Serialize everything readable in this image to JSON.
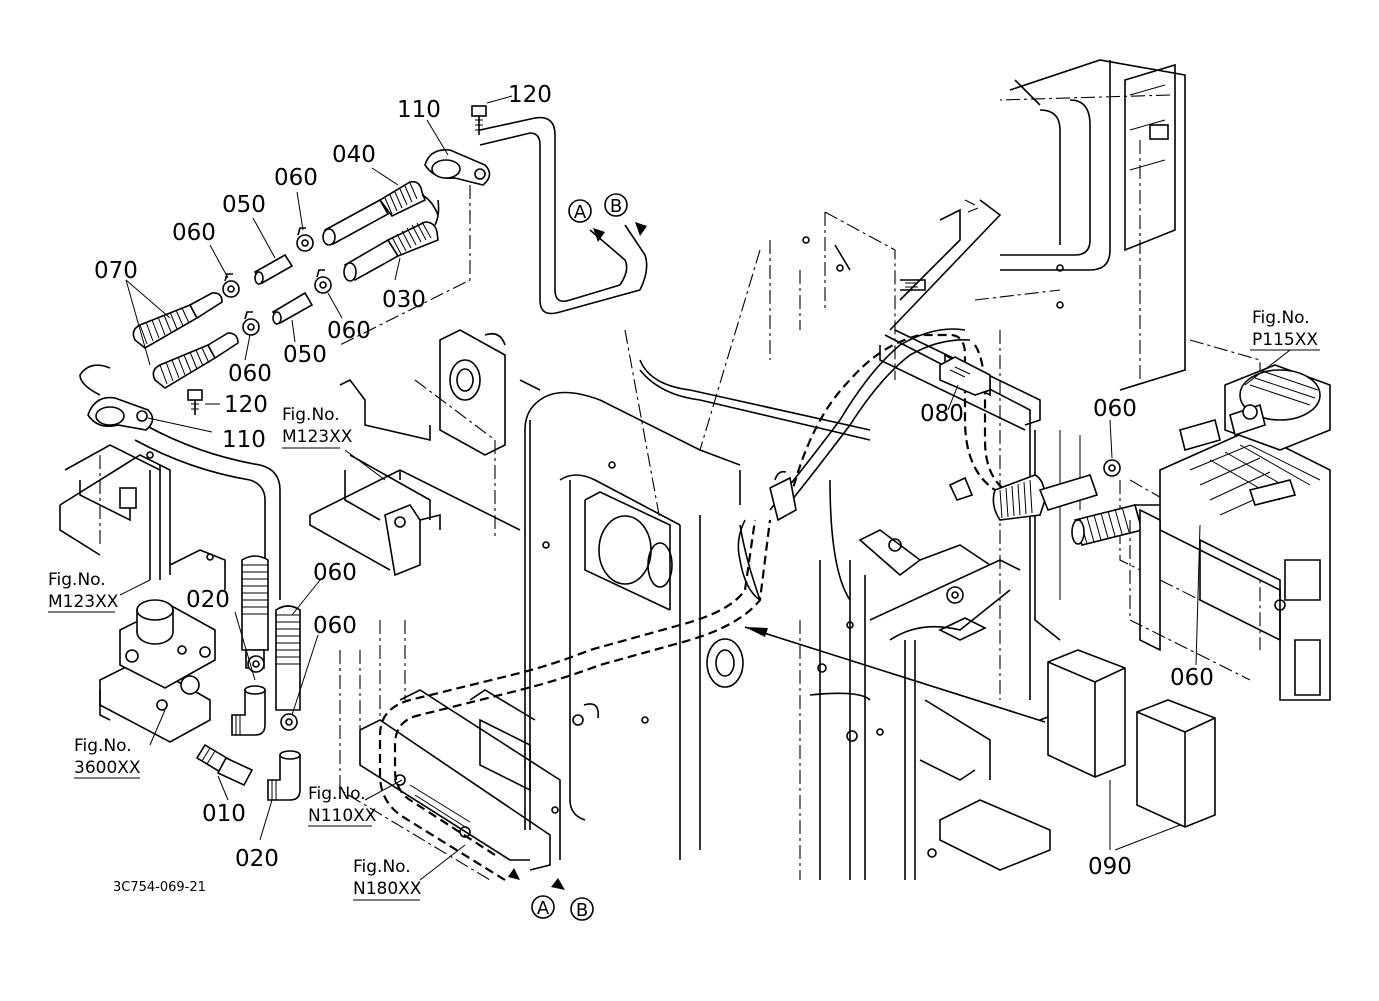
{
  "diagram": {
    "part_labels": {
      "p120_top": "120",
      "p110_top": "110",
      "p040": "040",
      "p060_a": "060",
      "p050_a": "050",
      "p060_b": "060",
      "p070": "070",
      "p030": "030",
      "p060_c": "060",
      "p050_b": "050",
      "p060_d": "060",
      "p120_bot": "120",
      "p110_bot": "110",
      "p060_e": "060",
      "p020_a": "020",
      "p060_f": "060",
      "p010": "010",
      "p020_b": "020",
      "p080": "080",
      "p060_g": "060",
      "p060_h": "060",
      "p090": "090"
    },
    "fig_refs": {
      "m123_a": [
        "Fig.No.",
        "M123XX"
      ],
      "m123_b": [
        "Fig.No.",
        "M123XX"
      ],
      "p115": [
        "Fig.No.",
        "P115XX"
      ],
      "r3600": [
        "Fig.No.",
        "3600XX"
      ],
      "n110": [
        "Fig.No.",
        "N110XX"
      ],
      "n180": [
        "Fig.No.",
        "N180XX"
      ]
    },
    "markers": {
      "top_a": "A",
      "top_b": "B",
      "bot_a": "A",
      "bot_b": "B"
    },
    "drawing_code": "3C754-069-21"
  }
}
